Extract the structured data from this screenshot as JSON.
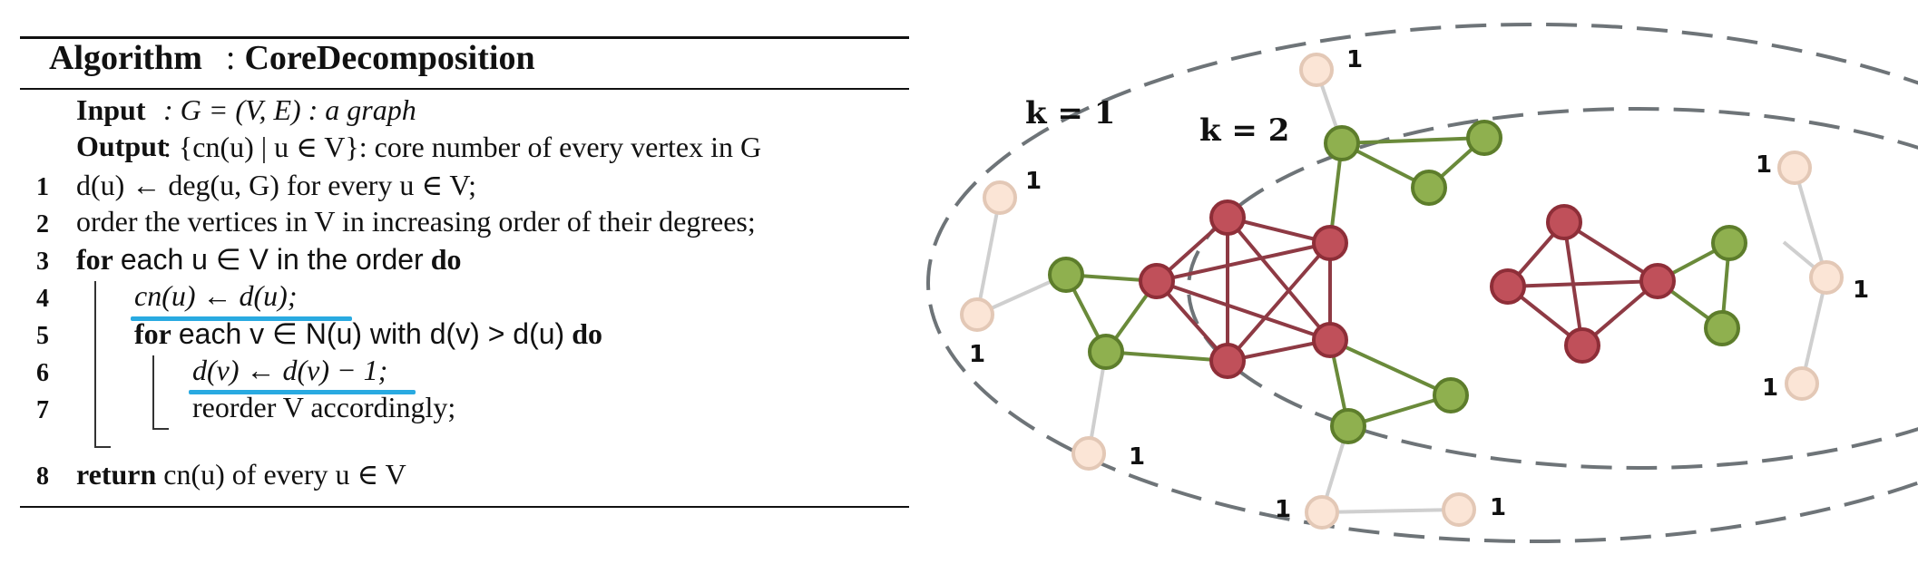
{
  "algorithm": {
    "title_kw": "Algorithm",
    "title_sep": ":",
    "title_name": "CoreDecomposition",
    "input_kw": "Input",
    "input_text": ": G = (V, E) : a graph",
    "output_kw": "Output",
    "output_text": ": {cn(u) | u ∈ V}: core number of every vertex in G",
    "lines": [
      {
        "num": "1",
        "text": "d(u) ← deg(u, G) for every u ∈ V;"
      },
      {
        "num": "2",
        "text": "order the vertices in V in increasing order of their degrees;"
      },
      {
        "num": "3",
        "kw": "for",
        "text": "each u ∈ V in the order",
        "kw2": "do"
      },
      {
        "num": "4",
        "text": "cn(u) ← d(u);"
      },
      {
        "num": "5",
        "kw": "for",
        "text": "each v ∈ N(u) with d(v) > d(u)",
        "kw2": "do"
      },
      {
        "num": "6",
        "text": "d(v) ← d(v) − 1;"
      },
      {
        "num": "7",
        "text": "reorder V accordingly;"
      },
      {
        "num": "8",
        "kw": "return",
        "text": "cn(u) of every u ∈ V"
      }
    ]
  },
  "graph": {
    "core_labels": [
      "k = 1",
      "k = 2"
    ],
    "vertex_label": "1",
    "colors": {
      "red": "#c0505a",
      "red_stroke": "#8e2e38",
      "green": "#8fb04f",
      "green_stroke": "#5d7d2b",
      "peach": "#fbe5d6",
      "peach_stroke": "#e3c8b6",
      "edge_red": "#8e3a44",
      "edge_green": "#6a8a3a",
      "edge_grey": "#cfcfcf",
      "ellipse": "#6e7478"
    }
  }
}
